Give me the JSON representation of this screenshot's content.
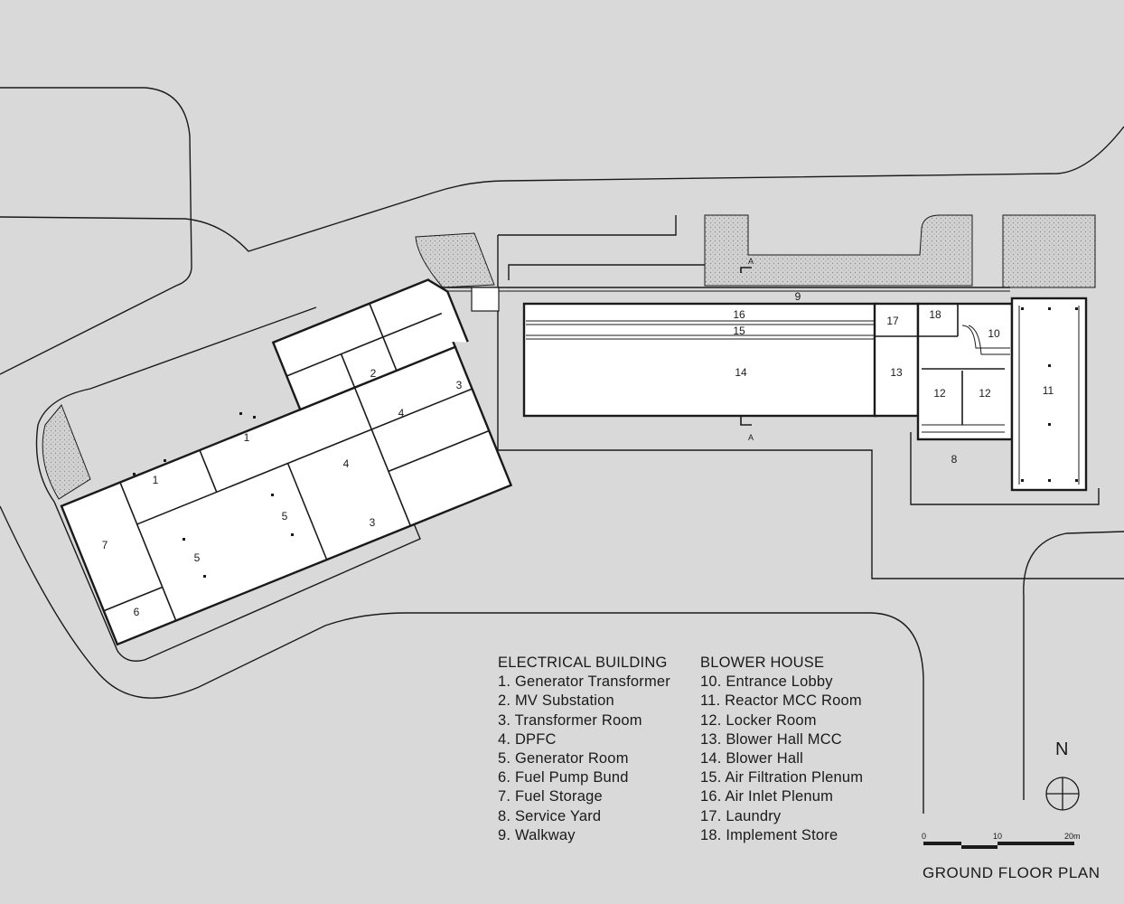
{
  "plan_title": "GROUND FLOOR PLAN",
  "north": "N",
  "scale": {
    "labels": [
      "0",
      "10",
      "20m"
    ]
  },
  "section_marker": "A",
  "room_numbers": {
    "walkway": "9",
    "air_inlet": "16",
    "air_filtration": "15",
    "blower_hall": "14",
    "laundry": "17",
    "implement_store": "18",
    "entrance_lobby": "10",
    "blower_hall_mcc": "13",
    "locker_room": "12",
    "reactor_mcc": "11",
    "service_yard": "8",
    "mv_substation": "2",
    "transformer_room": "3",
    "dpfc": "4",
    "generator_transformer": "1",
    "generator_room": "5",
    "fuel_storage": "7",
    "fuel_pump_bund": "6"
  },
  "legend": {
    "electrical": {
      "heading": "ELECTRICAL BUILDING",
      "items": [
        "1. Generator Transformer",
        "2. MV Substation",
        "3. Transformer Room",
        "4. DPFC",
        "5. Generator Room",
        "6. Fuel Pump Bund",
        "7. Fuel Storage",
        "8. Service Yard",
        "9. Walkway"
      ]
    },
    "blower": {
      "heading": "BLOWER HOUSE",
      "items": [
        "10. Entrance Lobby",
        "11. Reactor MCC Room",
        "12. Locker Room",
        "13. Blower Hall MCC",
        "14. Blower Hall",
        "15. Air Filtration Plenum",
        "16. Air Inlet Plenum",
        "17. Laundry",
        "18. Implement Store"
      ]
    }
  }
}
